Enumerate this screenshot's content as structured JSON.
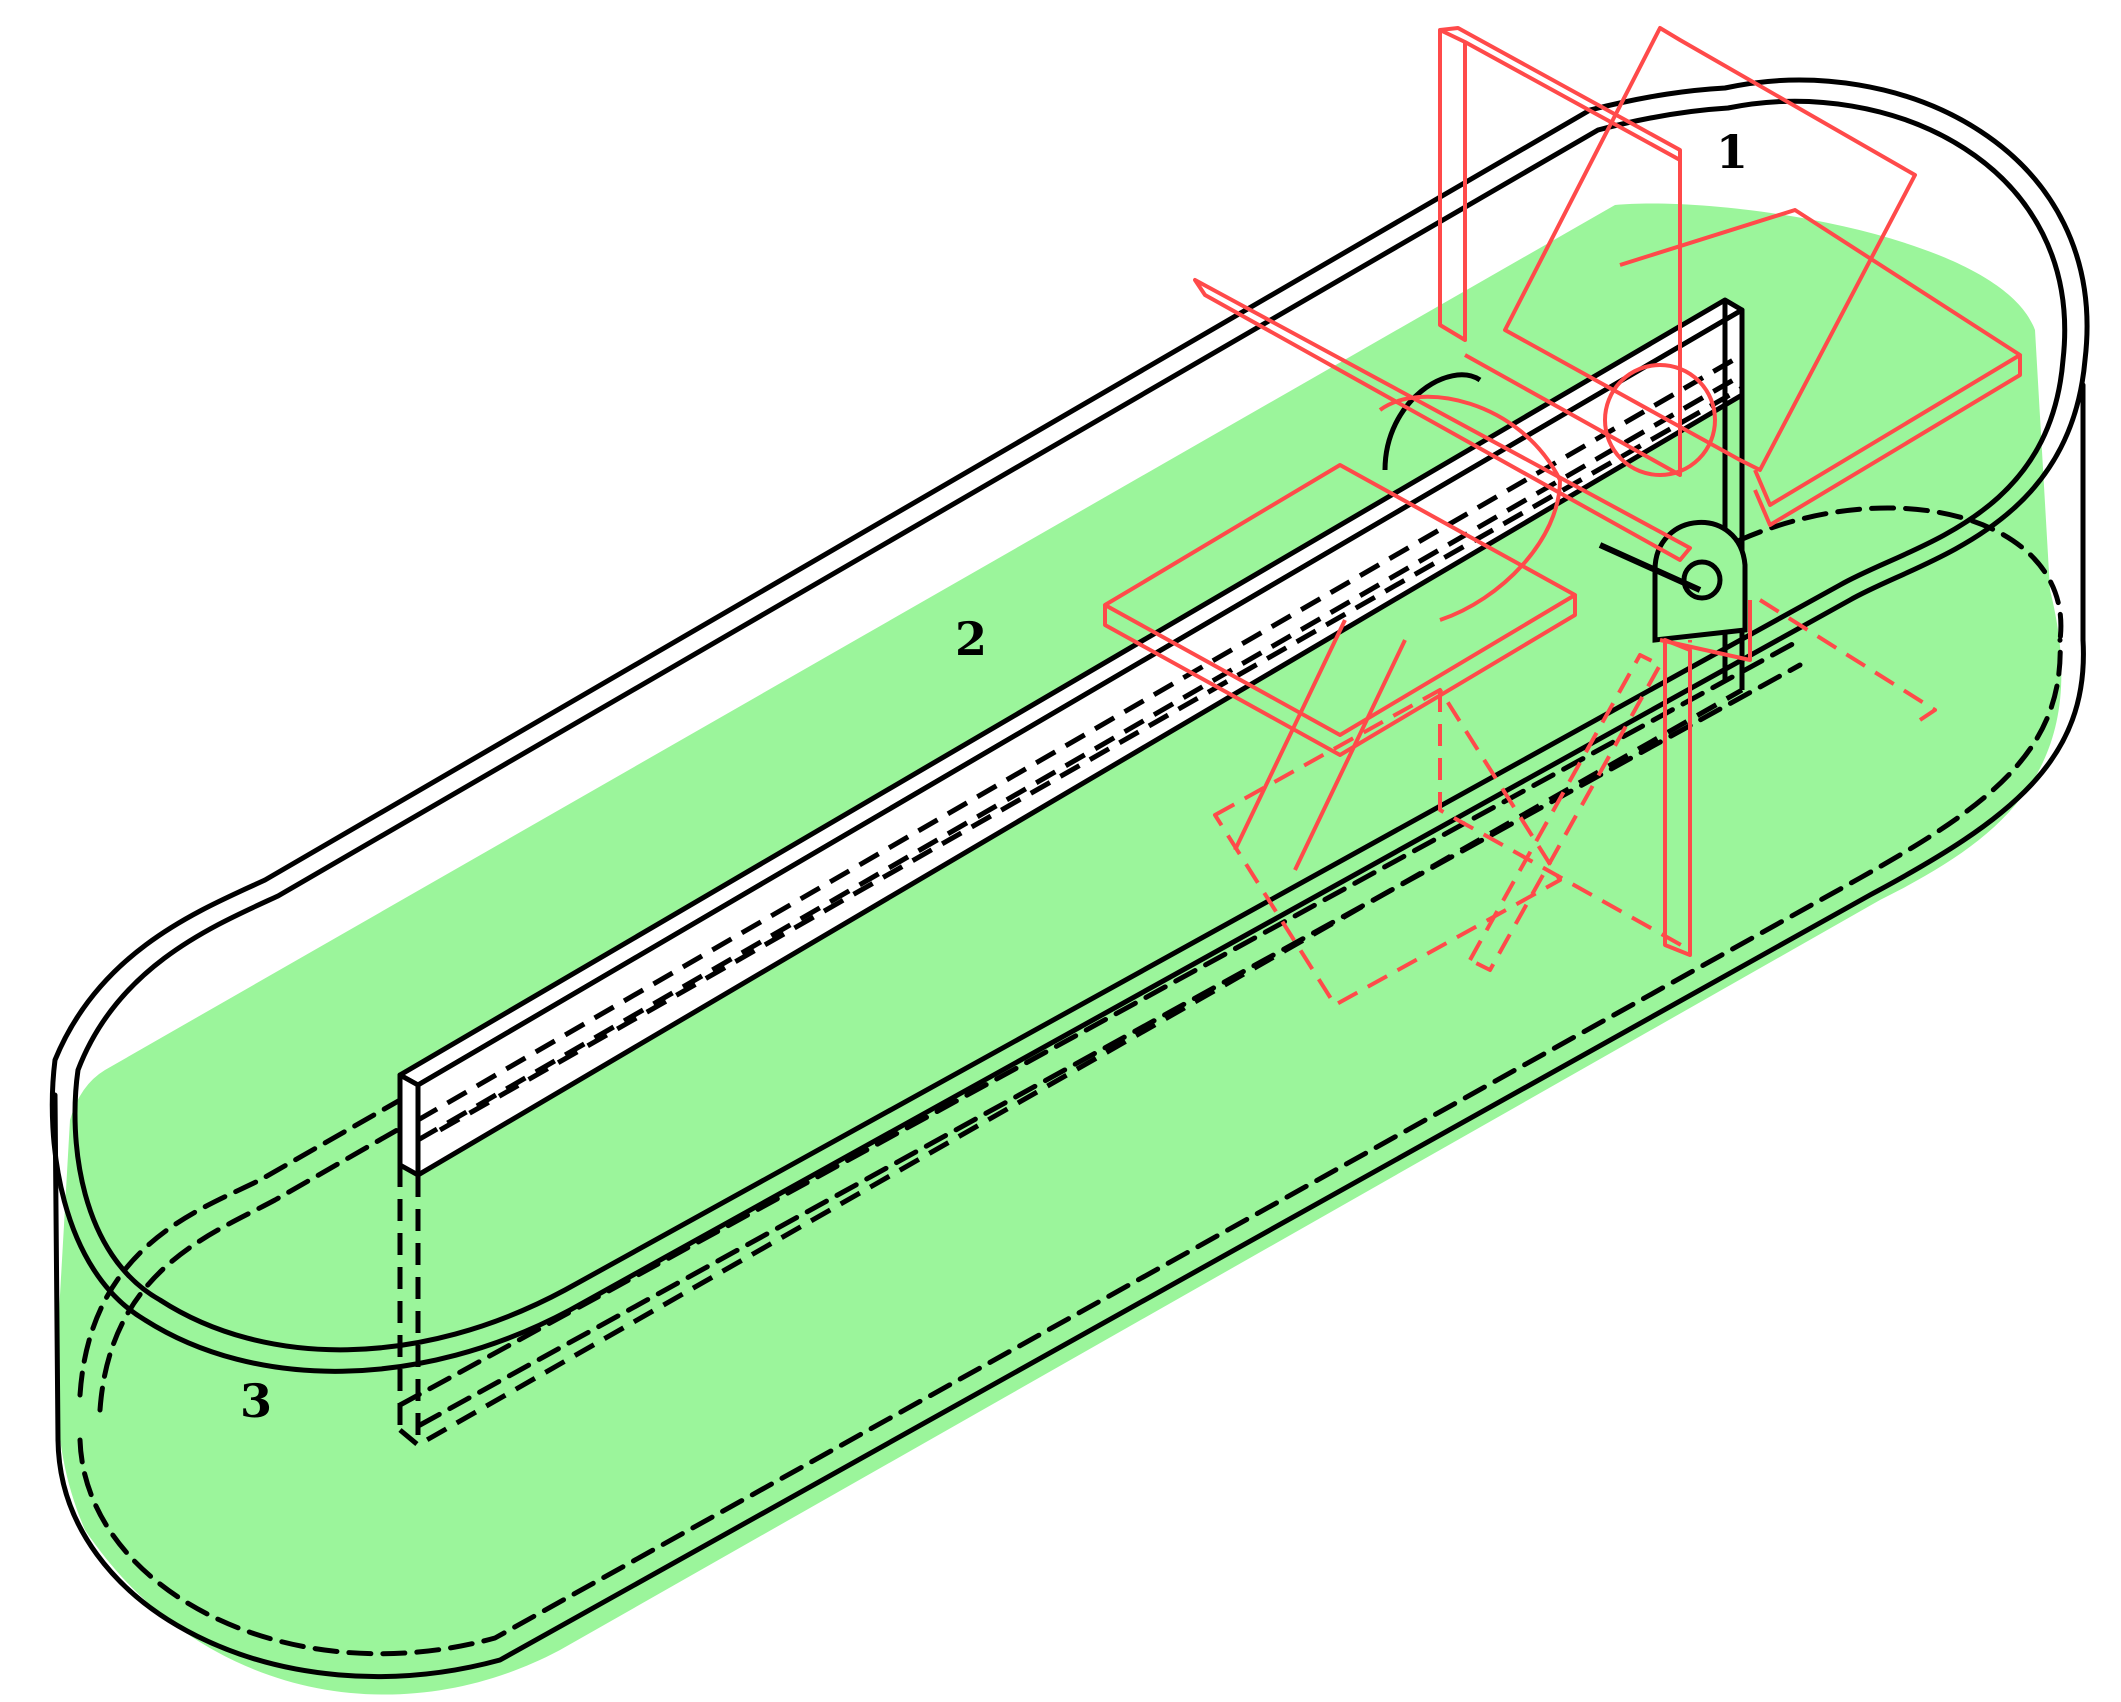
{
  "diagram": {
    "labels": {
      "paddle_wheel": "1",
      "water": "2",
      "tank": "3"
    },
    "colors": {
      "water_fill": "#9bf59b",
      "tank_stroke": "#000000",
      "paddle_stroke": "#ff4a4a",
      "background": "#ffffff"
    }
  }
}
